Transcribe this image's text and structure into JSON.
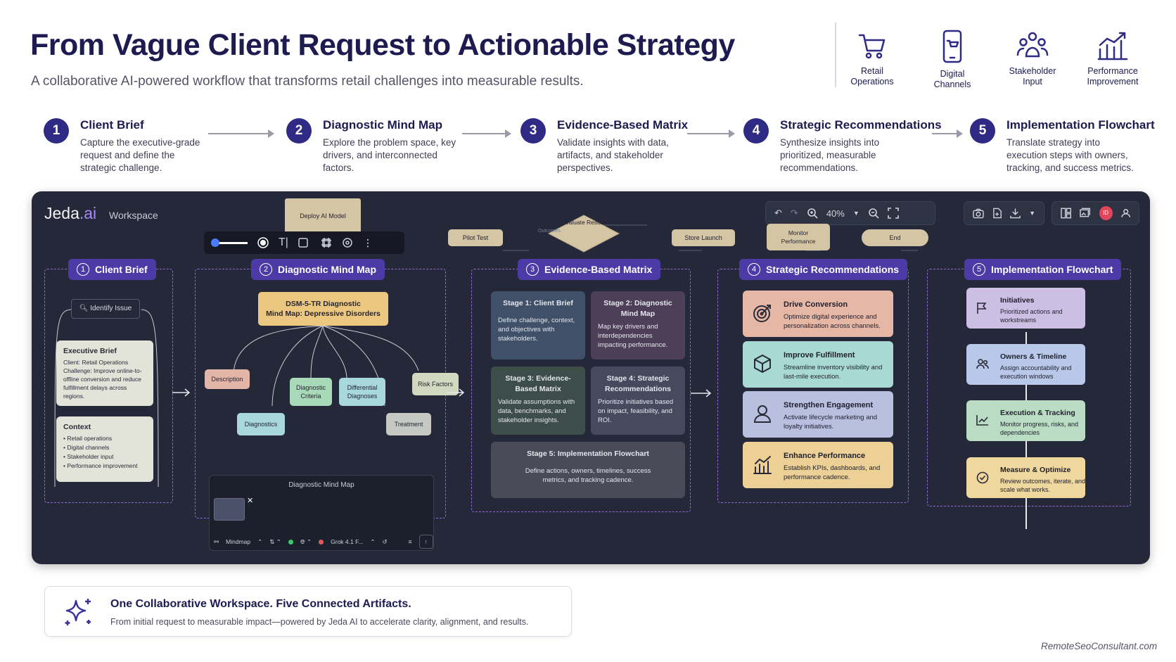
{
  "header": {
    "title": "From Vague Client Request to Actionable Strategy",
    "subtitle": "A collaborative AI-powered workflow that transforms retail challenges into measurable results.",
    "icons": [
      {
        "icon": "cart-icon",
        "label": "Retail\nOperations"
      },
      {
        "icon": "phone-icon",
        "label": "Digital\nChannels"
      },
      {
        "icon": "people-icon",
        "label": "Stakeholder\nInput"
      },
      {
        "icon": "chart-icon",
        "label": "Performance\nImprovement"
      }
    ]
  },
  "steps": [
    {
      "num": "1",
      "title": "Client Brief",
      "desc": "Capture the executive-grade request and define the strategic challenge."
    },
    {
      "num": "2",
      "title": "Diagnostic Mind Map",
      "desc": "Explore the problem space, key drivers, and interconnected factors."
    },
    {
      "num": "3",
      "title": "Evidence-Based Matrix",
      "desc": "Validate insights with data, artifacts, and stakeholder perspectives."
    },
    {
      "num": "4",
      "title": "Strategic Recommendations",
      "desc": "Synthesize insights into prioritized, measurable recommendations."
    },
    {
      "num": "5",
      "title": "Implementation Flowchart",
      "desc": "Translate strategy into execution steps with owners, tracking, and success metrics."
    }
  ],
  "workspace": {
    "brand": "Jeda",
    "brand_suffix": ".ai",
    "label": "Workspace",
    "zoom": "40%",
    "avatar": "ID",
    "flow": {
      "deploy": "Deploy AI Model",
      "evaluate": "Evaluate Results",
      "pilot": "Pilot Test",
      "store": "Store Launch",
      "monitor": "Monitor Performance",
      "end": "End"
    },
    "sections": [
      {
        "num": "1",
        "title": "Client Brief"
      },
      {
        "num": "2",
        "title": "Diagnostic Mind Map"
      },
      {
        "num": "3",
        "title": "Evidence-Based Matrix"
      },
      {
        "num": "4",
        "title": "Strategic Recommendations"
      },
      {
        "num": "5",
        "title": "Implementation Flowchart"
      }
    ],
    "brief": {
      "identify": "Identify Issue",
      "exec_title": "Executive Brief",
      "exec_body": "Client: Retail Operations Challenge: Improve online-to-offline conversion and reduce fulfillment delays across regions.",
      "context_title": "Context",
      "context_items": [
        "• Retail operations",
        "• Digital channels",
        "• Stakeholder input",
        "• Performance improvement"
      ]
    },
    "mindmap": {
      "root": "DSM-5-TR Diagnostic\nMind Map: Depressive Disorders",
      "nodes": [
        "Description",
        "Diagnostic Criteria",
        "Differential Diagnoses",
        "Risk Factors",
        "Diagnostics",
        "Treatment"
      ],
      "panel_title": "Diagnostic Mind Map",
      "panel_mode": "Mindmap",
      "panel_model": "Grok 4.1 F..."
    },
    "matrix": [
      {
        "title": "Stage 1: Client Brief",
        "body": "Define challenge, context, and objectives with stakeholders."
      },
      {
        "title": "Stage 2: Diagnostic Mind Map",
        "body": "Map key drivers and interdependencies impacting performance."
      },
      {
        "title": "Stage 3: Evidence-Based Matrix",
        "body": "Validate assumptions with data, benchmarks, and stakeholder insights."
      },
      {
        "title": "Stage 4: Strategic Recommendations",
        "body": "Prioritize initiatives based on impact, feasibility, and ROI."
      },
      {
        "title": "Stage 5: Implementation Flowchart",
        "body": "Define actions, owners, timelines, success metrics, and tracking cadence."
      }
    ],
    "recommendations": [
      {
        "title": "Drive Conversion",
        "body": "Optimize digital experience and personalization across channels.",
        "color": "#e7b7a5"
      },
      {
        "title": "Improve Fulfillment",
        "body": "Streamline inventory visibility and last-mile execution.",
        "color": "#a9d9d3"
      },
      {
        "title": "Strengthen Engagement",
        "body": "Activate lifecycle marketing and loyalty initiatives.",
        "color": "#b9bfdf"
      },
      {
        "title": "Enhance Performance",
        "body": "Establish KPIs, dashboards, and performance cadence.",
        "color": "#ecd095"
      }
    ],
    "implementation": [
      {
        "title": "Initiatives",
        "body": "Prioritized actions and workstreams",
        "color": "#cdbfe3"
      },
      {
        "title": "Owners & Timeline",
        "body": "Assign accountability and execution windows",
        "color": "#b9c8e8"
      },
      {
        "title": "Execution & Tracking",
        "body": "Monitor progress, risks, and dependencies",
        "color": "#b9dcc3"
      },
      {
        "title": "Measure & Optimize",
        "body": "Review outcomes, iterate, and scale what works.",
        "color": "#efd79e"
      }
    ]
  },
  "footer": {
    "title": "One Collaborative Workspace. Five Connected Artifacts.",
    "desc": "From initial request to measurable impact—powered by Jeda AI to accelerate clarity, alignment, and results.",
    "watermark": "RemoteSeoConsultant.com"
  }
}
